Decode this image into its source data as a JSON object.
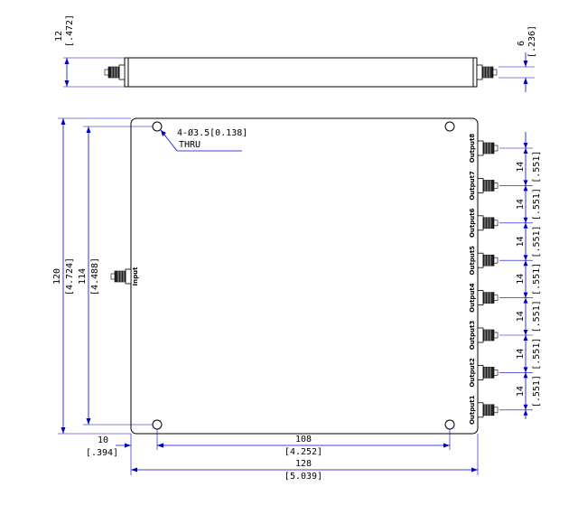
{
  "side_view": {
    "height_dim": "12",
    "height_dim_in": "[.472]",
    "connector_dim": "6",
    "connector_dim_in": "[.236]"
  },
  "top_view": {
    "hole_note_line1": "4-Ø3.5[0.138]",
    "hole_note_line2": "THRU",
    "input_label": "Input",
    "output_labels": [
      "Output8",
      "Output7",
      "Output6",
      "Output5",
      "Output4",
      "Output3",
      "Output2",
      "Output1"
    ],
    "pitch_dim": "14",
    "pitch_dim_in": "[.551]",
    "height_outer": "120",
    "height_outer_in": "[4.724]",
    "height_inner": "114",
    "height_inner_in": "[4.488]",
    "hole_offset": "10",
    "hole_offset_in": "[.394]",
    "hole_span": "108",
    "hole_span_in": "[4.252]",
    "width_outer": "128",
    "width_outer_in": "[5.039]"
  }
}
